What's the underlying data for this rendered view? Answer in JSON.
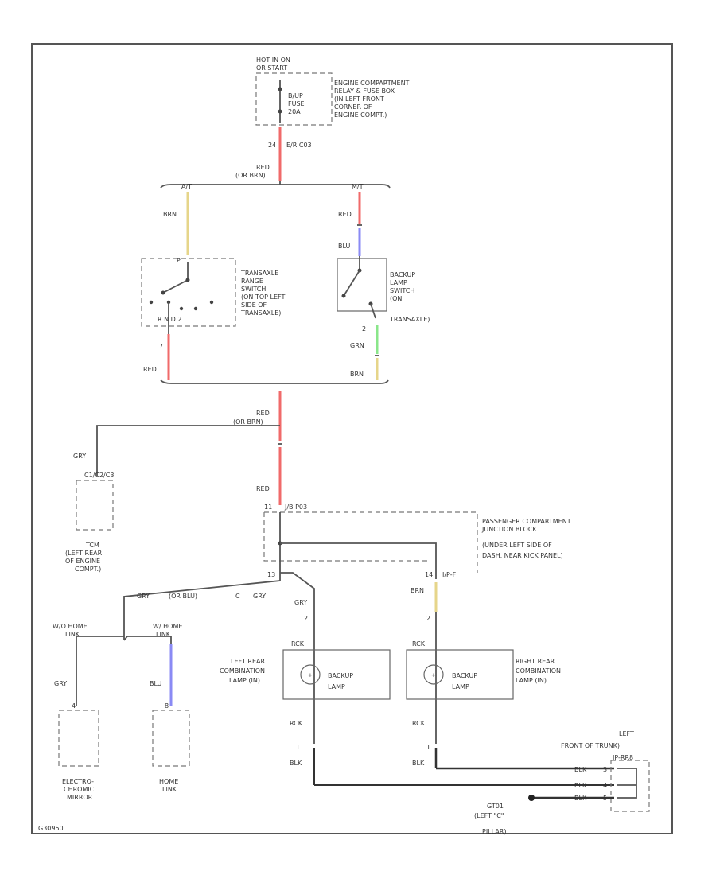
{
  "colors": {
    "red": "#f06a6a",
    "blue": "#8a8af4",
    "yellow": "#e6d58a",
    "green": "#8ae68a",
    "ground": "#333333"
  },
  "fuse_box": {
    "header": [
      "HOT IN ON",
      "OR START"
    ],
    "fuse": [
      "B/UP",
      "FUSE",
      "20A"
    ],
    "label": [
      "ENGINE COMPARTMENT",
      "RELAY & FUSE BOX",
      "(IN LEFT FRONT",
      "CORNER OF",
      "ENGINE COMPT.)"
    ],
    "pin": "24",
    "pin_conn": "E/R C03",
    "wire": [
      "RED",
      "(OR BRN)"
    ]
  },
  "split": {
    "left": "A/T",
    "right": "M/T"
  },
  "transaxle_range": {
    "wire_in": "BRN",
    "pin": "P",
    "pins": "R  N  D  2",
    "label": [
      "TRANSAXLE",
      "RANGE",
      "SWITCH",
      "(ON TOP LEFT",
      "SIDE OF",
      "TRANSAXLE)"
    ],
    "out_pin": "7",
    "wire_out": "RED"
  },
  "backup_switch": {
    "wire_in": [
      "RED",
      "BLU"
    ],
    "label": [
      "BACKUP",
      "LAMP",
      "SWITCH",
      "(ON",
      "TRANSAXLE)"
    ],
    "out_pin": "2",
    "wire_out": [
      "GRN",
      "BRN"
    ]
  },
  "main_wire": {
    "upper": [
      "RED",
      "(OR BRN)"
    ],
    "lower": "RED"
  },
  "tcm": {
    "wire": "GRY",
    "connector": "C1/C2/C3",
    "label": [
      "TCM",
      "(LEFT REAR",
      "OF ENGINE",
      "COMPT.)"
    ]
  },
  "junction_block": {
    "pin": "11",
    "conn": "J/B P03",
    "label": [
      "PASSENGER COMPARTMENT",
      "JUNCTION BLOCK",
      "(UNDER LEFT SIDE OF",
      "DASH, NEAR KICK PANEL)"
    ],
    "left_pin": "13",
    "right_pin": "14",
    "right_conn": "I/P-F",
    "right_wire": "BRN"
  },
  "mirror_link": {
    "wire": [
      "GRY",
      "(OR BLU)"
    ],
    "wire2": "GRY",
    "left_label": [
      "W/O HOME",
      "LINK"
    ],
    "right_label": [
      "W/ HOME",
      "LINK"
    ],
    "mirror_wire": "GRY",
    "mirror_pin": "4",
    "mirror_label": [
      "ELECTRO-",
      "CHROMIC",
      "MIRROR"
    ],
    "link_wire": "BLU",
    "link_pin": "8",
    "link_label": [
      "HOME",
      "LINK"
    ]
  },
  "left_lamp": {
    "wire_in": "GRY",
    "pin": "2",
    "conn": "RCK",
    "inner": [
      "BACKUP",
      "LAMP"
    ],
    "label": [
      "LEFT REAR",
      "COMBINATION",
      "LAMP (IN)"
    ],
    "out_conn": "RCK",
    "out_pin": "1",
    "wire_out": "BLK"
  },
  "right_lamp": {
    "pin": "2",
    "conn": "RCK",
    "inner": [
      "BACKUP",
      "LAMP"
    ],
    "label": [
      "RIGHT REAR",
      "COMBINATION",
      "LAMP (IN)"
    ],
    "out_conn": "RCK",
    "out_pin": "1",
    "wire_out": "BLK"
  },
  "ground": {
    "label": [
      "LEFT",
      "FRONT OF TRUNK)"
    ],
    "conn": "IP-RR8",
    "wires": [
      "BLK",
      "BLK",
      "BLK"
    ],
    "pins": [
      "3",
      "4",
      "5"
    ],
    "ground_id": "GT01",
    "ground_label": [
      "(LEFT \"C\"",
      "PILLAR)"
    ]
  },
  "footer_code": "G30950"
}
